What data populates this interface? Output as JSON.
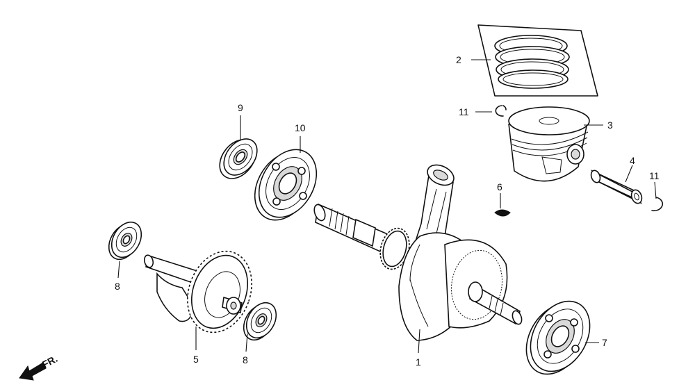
{
  "callouts": {
    "c1": "1",
    "c2": "2",
    "c3": "3",
    "c4": "4",
    "c5": "5",
    "c6": "6",
    "c7": "7",
    "c8a": "8",
    "c8b": "8",
    "c9": "9",
    "c10": "10",
    "c11a": "11",
    "c11b": "11"
  },
  "front_marker": {
    "label": "FR."
  }
}
